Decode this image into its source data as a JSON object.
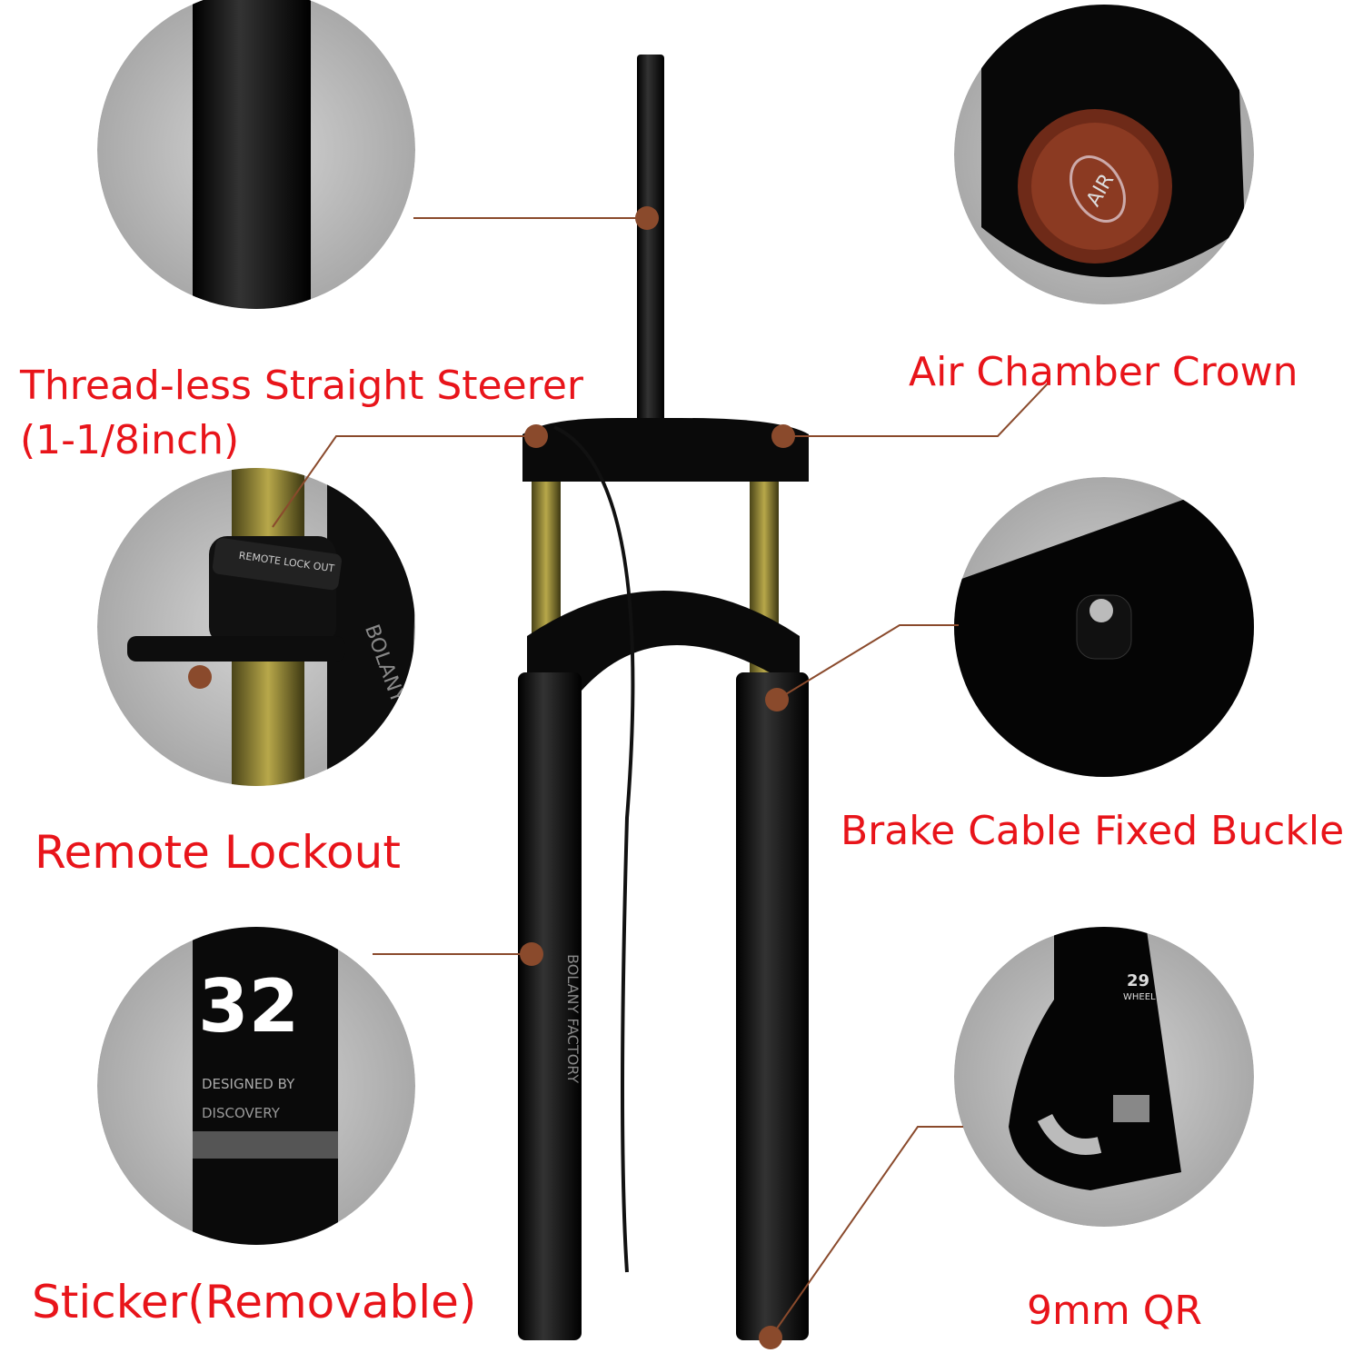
{
  "labels": {
    "steerer": "Thread-less Straight Steerer",
    "steerer_size": "(1-1/8inch)",
    "air_chamber": "Air Chamber Crown",
    "remote_lockout": "Remote Lockout",
    "brake_cable": "Brake Cable Fixed Buckle",
    "sticker": "Sticker(Removable)",
    "qr": "9mm QR"
  },
  "detail_text": {
    "remote_lock_out": "REMOTE LOCK OUT",
    "air_cap": "AIR",
    "sticker_number": "32",
    "designed_by": "DESIGNED BY",
    "discovery": "DISCOVERY",
    "wheel_size": "29",
    "wheel": "WHEEL",
    "brand_vertical": "BOLANY FACTORY",
    "brand_side": "BOLANY"
  },
  "colors": {
    "label": "#e8141a",
    "connector": "#8a4a2c",
    "circle_bg": "#bdbdbd"
  }
}
